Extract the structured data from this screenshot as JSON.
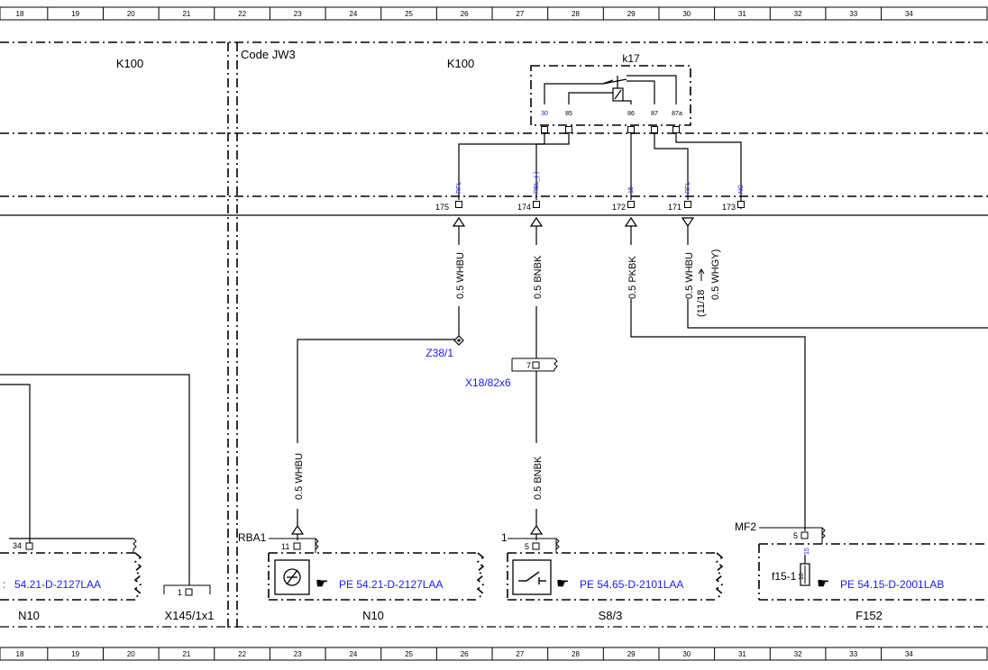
{
  "ruler": [
    "18",
    "19",
    "20",
    "21",
    "22",
    "23",
    "24",
    "25",
    "26",
    "27",
    "28",
    "29",
    "30",
    "31",
    "32",
    "33",
    "34"
  ],
  "zones": {
    "left_k100": "K100",
    "code": "Code JW3",
    "right_k100": "K100"
  },
  "relay": {
    "name": "k17",
    "pins": [
      "30",
      "85",
      "86",
      "87",
      "87a"
    ],
    "signals": [
      "RFL",
      "REL_(-)",
      "15",
      "RFL",
      "NC"
    ],
    "connector_pins": [
      "175",
      "174",
      "172",
      "171",
      "173"
    ]
  },
  "wires": {
    "w175": "0.5 WHBU",
    "w174": "0.5 BNBK",
    "w172": "0.5 PKBK",
    "w171": "0.5 WHBU",
    "w171_note_date": "(11/18",
    "w171_note_wire": "0.5 WHGY)",
    "n10_wire": "0.5 WHBU",
    "s83_wire": "0.5 BNBK"
  },
  "splices": {
    "z38": "Z38/1",
    "x18": "X18/82x6",
    "x18_pin": "7"
  },
  "left": {
    "pin": "34",
    "ref": "54.21-D-2127LAA",
    "label": "N10",
    "x145_label": "X145/1x1",
    "x145_pin": "1"
  },
  "n10": {
    "conn": "RBA1",
    "pin": "11",
    "ref": "PE 54.21-D-2127LAA",
    "label": "N10"
  },
  "s83": {
    "conn": "1",
    "pin": "5",
    "ref": "PE 54.65-D-2101LAA",
    "label": "S8/3"
  },
  "f152": {
    "conn": "MF2",
    "pin": "5",
    "fuse_pin": "15",
    "fuse": "f15-1",
    "fuse_val": "10",
    "ref": "PE 54.15-D-2001LAB",
    "label": "F152"
  },
  "colors": {
    "line": "#000000",
    "ref_text": "#1a1aff"
  }
}
